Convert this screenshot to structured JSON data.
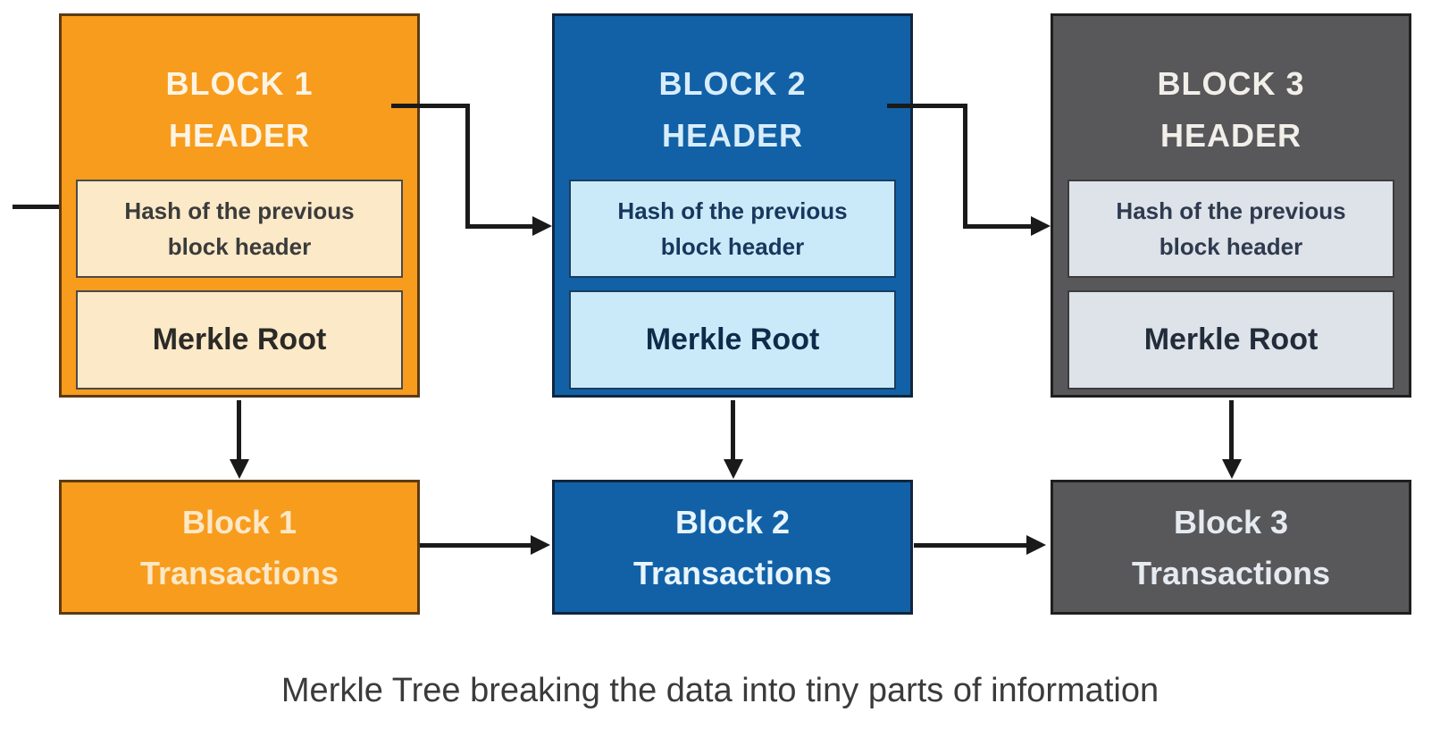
{
  "caption": "Merkle Tree breaking the data into tiny parts of information",
  "arrow_color": "#1a1a1a",
  "blocks": [
    {
      "title_line1": "BLOCK 1",
      "title_line2": "HEADER",
      "hash_line1": "Hash of the previous",
      "hash_line2": "block header",
      "merkle_label": "Merkle Root",
      "trans_line1": "Block 1",
      "trans_line2": "Transactions",
      "colors": {
        "fill": "#F89C1E",
        "border": "#5C3A11",
        "inner_fill": "#FBE9C8",
        "inner_border": "#4a4a4a",
        "header_text": "#FDF4E4",
        "inner_text": "#3B3B3B",
        "merkle_text": "#2C2A26",
        "trans_text": "#FCE8C6"
      }
    },
    {
      "title_line1": "BLOCK 2",
      "title_line2": "HEADER",
      "hash_line1": "Hash of the previous",
      "hash_line2": "block header",
      "merkle_label": "Merkle Root",
      "trans_line1": "Block 2",
      "trans_line2": "Transactions",
      "colors": {
        "fill": "#1261A7",
        "border": "#10263F",
        "inner_fill": "#CBEAF9",
        "inner_border": "#1b3d5f",
        "header_text": "#D8EDFB",
        "inner_text": "#17375E",
        "merkle_text": "#0F2B4A",
        "trans_text": "#E8F5FD"
      }
    },
    {
      "title_line1": "BLOCK 3",
      "title_line2": "HEADER",
      "hash_line1": "Hash of the previous",
      "hash_line2": "block header",
      "merkle_label": "Merkle Root",
      "trans_line1": "Block 3",
      "trans_line2": "Transactions",
      "colors": {
        "fill": "#58585A",
        "border": "#1f1f1f",
        "inner_fill": "#DEE2E9",
        "inner_border": "#3c3c3c",
        "header_text": "#F2EFEA",
        "inner_text": "#2E3A4E",
        "merkle_text": "#232C3A",
        "trans_text": "#E6EBF2"
      }
    }
  ]
}
